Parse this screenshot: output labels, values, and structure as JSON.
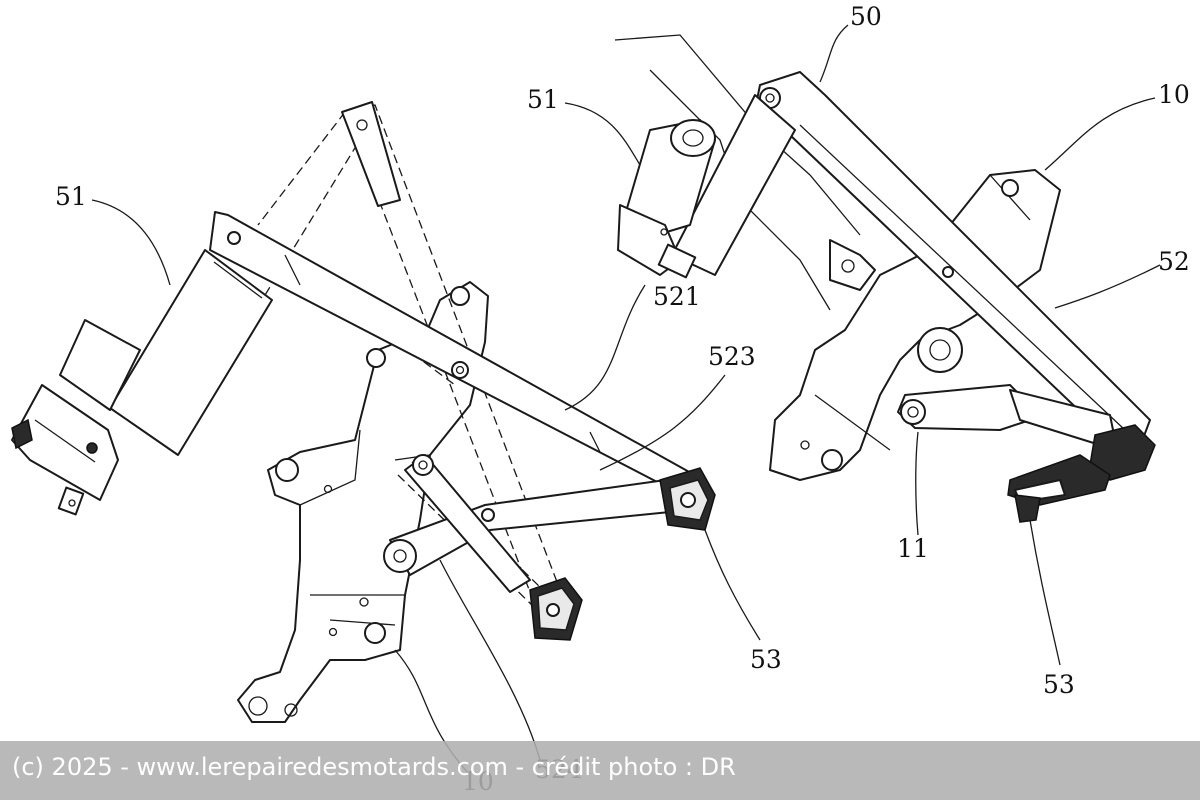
{
  "labels": {
    "l51_left": "51",
    "l51_top": "51",
    "l50": "50",
    "l10_right": "10",
    "l52": "52",
    "l521": "521",
    "l523": "523",
    "l11": "11",
    "l53_mid": "53",
    "l53_right": "53",
    "l524": "524",
    "l10_bottom": "10"
  },
  "footer": {
    "text": "(c) 2025 - www.lerepairedesmotards.com - crédit photo : DR"
  }
}
